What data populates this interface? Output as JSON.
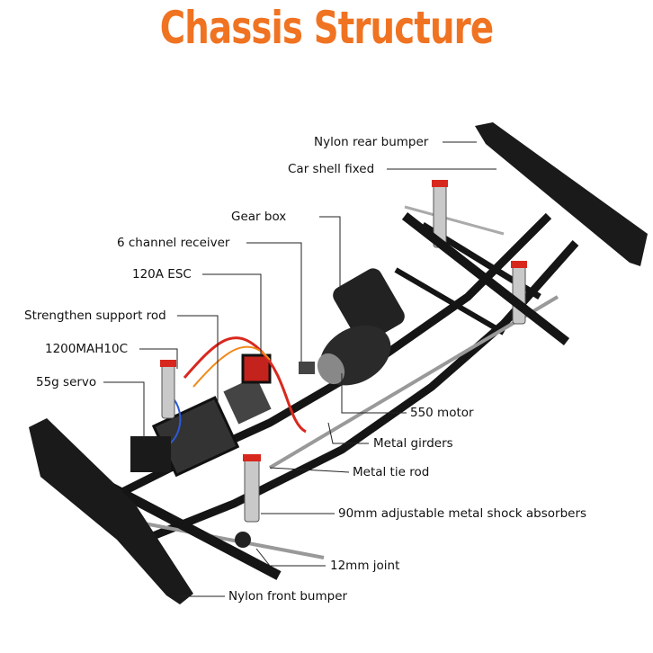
{
  "title": "Chassis Structure",
  "colors": {
    "title": "#f07322",
    "frame": "#151515",
    "wire_red": "#d8281e",
    "wire_orange": "#f08a1c"
  },
  "labels": {
    "rear_bumper": "Nylon rear bumper",
    "shell_fixed": "Car shell fixed",
    "gear_box": "Gear box",
    "receiver": "6 channel receiver",
    "esc": "120A ESC",
    "support_rod": "Strengthen support rod",
    "battery": "1200MAH10C",
    "servo": "55g servo",
    "motor": "550 motor",
    "girders": "Metal girders",
    "tie_rod": "Metal tie rod",
    "shocks": "90mm adjustable metal shock absorbers",
    "joint": "12mm joint",
    "front_bumper": "Nylon front bumper"
  }
}
